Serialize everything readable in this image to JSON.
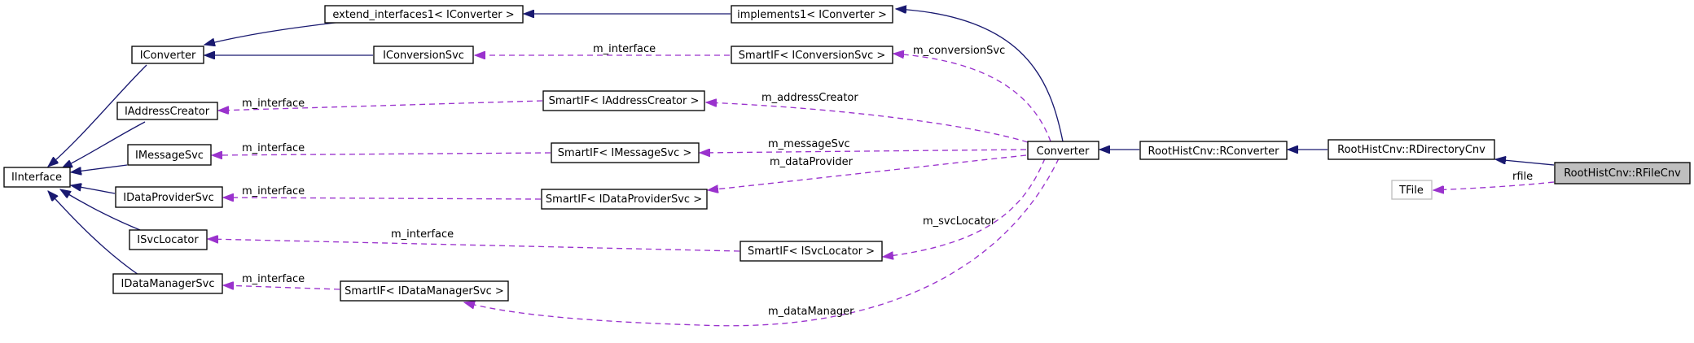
{
  "nodes": {
    "extend_interfaces1": "extend_interfaces1< IConverter >",
    "implements1": "implements1< IConverter >",
    "IConverter": "IConverter",
    "IConversionSvc": "IConversionSvc",
    "SmartIF_IConversionSvc": "SmartIF< IConversionSvc >",
    "IAddressCreator": "IAddressCreator",
    "SmartIF_IAddressCreator": "SmartIF< IAddressCreator >",
    "IInterface": "IInterface",
    "IMessageSvc": "IMessageSvc",
    "SmartIF_IMessageSvc": "SmartIF< IMessageSvc >",
    "Converter": "Converter",
    "RConverter": "RootHistCnv::RConverter",
    "RDirectoryCnv": "RootHistCnv::RDirectoryCnv",
    "RFileCnv": "RootHistCnv::RFileCnv",
    "IDataProviderSvc": "IDataProviderSvc",
    "SmartIF_IDataProviderSvc": "SmartIF< IDataProviderSvc >",
    "TFile": "TFile",
    "ISvcLocator": "ISvcLocator",
    "SmartIF_ISvcLocator": "SmartIF< ISvcLocator >",
    "IDataManagerSvc": "IDataManagerSvc",
    "SmartIF_IDataManagerSvc": "SmartIF< IDataManagerSvc >"
  },
  "edge_labels": {
    "conv_iface": "m_interface",
    "conv_member": "m_conversionSvc",
    "addr_iface": "m_interface",
    "addr_member": "m_addressCreator",
    "msg_iface": "m_interface",
    "msg_member": "m_messageSvc",
    "dp_iface": "m_interface",
    "dp_member": "m_dataProvider",
    "svc_iface": "m_interface",
    "svc_member": "m_svcLocator",
    "dm_iface": "m_interface",
    "dm_member": "m_dataManager",
    "rfile": "rfile"
  },
  "colors": {
    "inheritance_edge": "#191970",
    "usage_edge": "#9a32cd",
    "focus_node_fill": "#bfbfbf",
    "external_node_border": "#bfbfbf"
  }
}
